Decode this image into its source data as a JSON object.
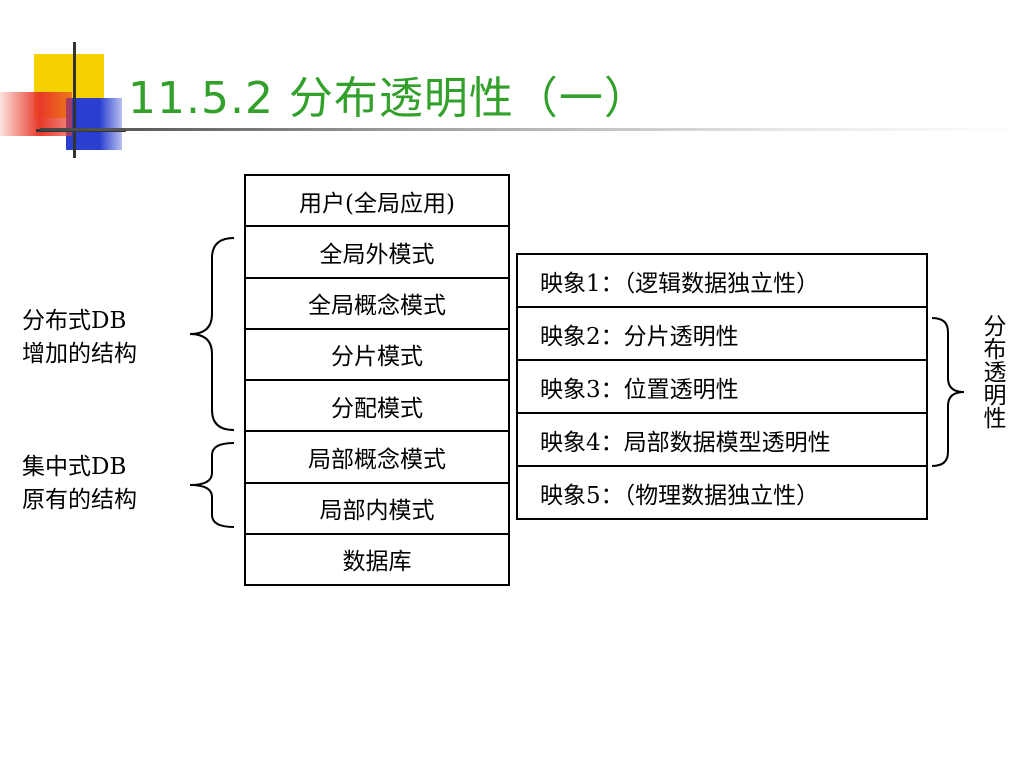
{
  "title": "11.5.2 分布透明性（一）",
  "colors": {
    "title": "#33a02c",
    "deco_yellow": "#f5d100",
    "deco_red": "#e83a2a",
    "deco_blue": "#2a3fd0"
  },
  "layers": [
    {
      "label": "用户(全局应用)"
    },
    {
      "label": "全局外模式"
    },
    {
      "label": "全局概念模式"
    },
    {
      "label": "分片模式"
    },
    {
      "label": "分配模式"
    },
    {
      "label": "局部概念模式"
    },
    {
      "label": "局部内模式"
    },
    {
      "label": "数据库"
    }
  ],
  "mappings": [
    {
      "label": "映象1：（逻辑数据独立性）"
    },
    {
      "label": "映象2：分片透明性"
    },
    {
      "label": "映象3：位置透明性"
    },
    {
      "label": "映象4：局部数据模型透明性"
    },
    {
      "label": "映象5：（物理数据独立性）"
    }
  ],
  "groups": {
    "distributed": {
      "line1": "分布式DB",
      "line2": "增加的结构"
    },
    "centralized": {
      "line1": "集中式DB",
      "line2": "原有的结构"
    },
    "transparency": "分布透明性"
  }
}
